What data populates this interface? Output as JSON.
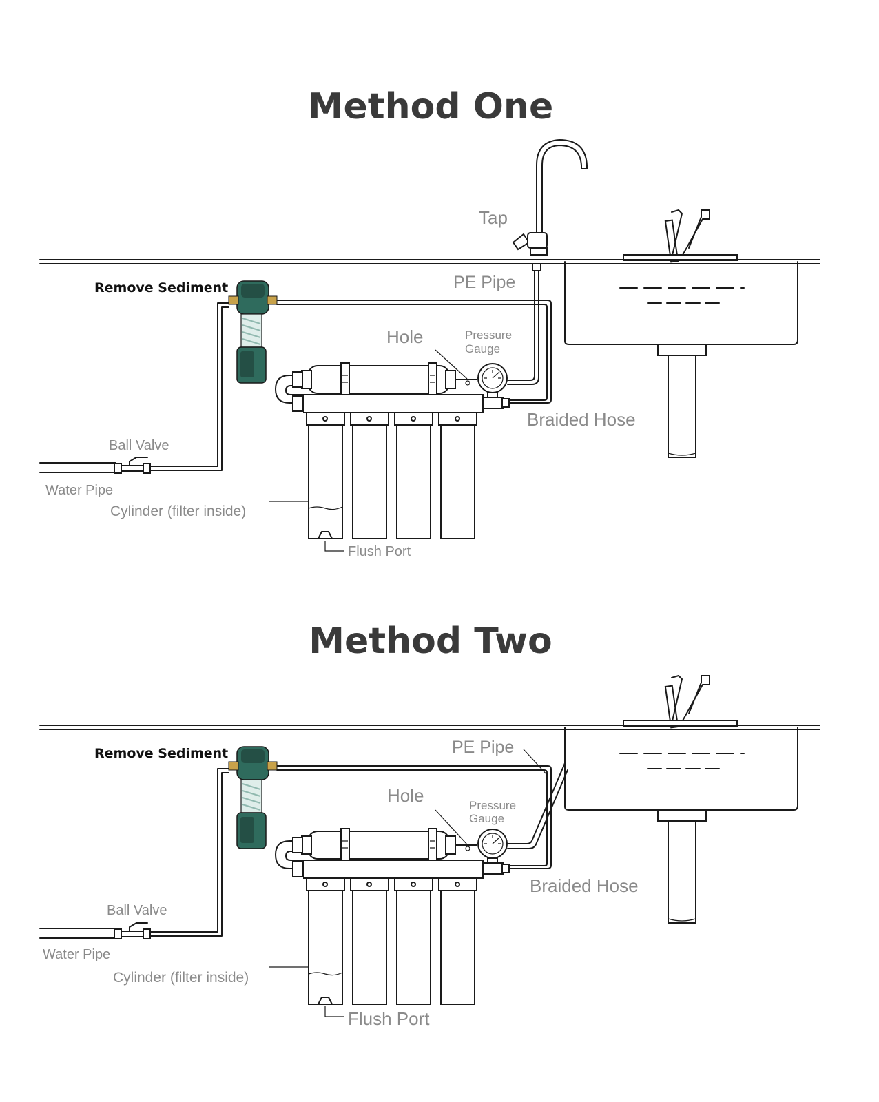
{
  "colors": {
    "line": "#1a1a1a",
    "label": "#8a8a8a",
    "title": "#3a3a3a",
    "prefilter_green": "#2f6b5d",
    "brass": "#c8a24a"
  },
  "method_one": {
    "title": "Method One",
    "labels": {
      "tap": "Tap",
      "pe_pipe": "PE Pipe",
      "remove_sediment": "Remove Sediment",
      "hole": "Hole",
      "pressure_gauge_1": "Pressure",
      "pressure_gauge_2": "Gauge",
      "braided_hose": "Braided Hose",
      "ball_valve": "Ball Valve",
      "water_pipe": "Water Pipe",
      "cylinder": "Cylinder (filter inside)",
      "flush_port": "Flush Port"
    }
  },
  "method_two": {
    "title": "Method Two",
    "labels": {
      "pe_pipe": "PE Pipe",
      "remove_sediment": "Remove Sediment",
      "hole": "Hole",
      "pressure_gauge_1": "Pressure",
      "pressure_gauge_2": "Gauge",
      "braided_hose": "Braided Hose",
      "ball_valve": "Ball Valve",
      "water_pipe": "Water Pipe",
      "cylinder": "Cylinder (filter inside)",
      "flush_port": "Flush Port"
    }
  }
}
